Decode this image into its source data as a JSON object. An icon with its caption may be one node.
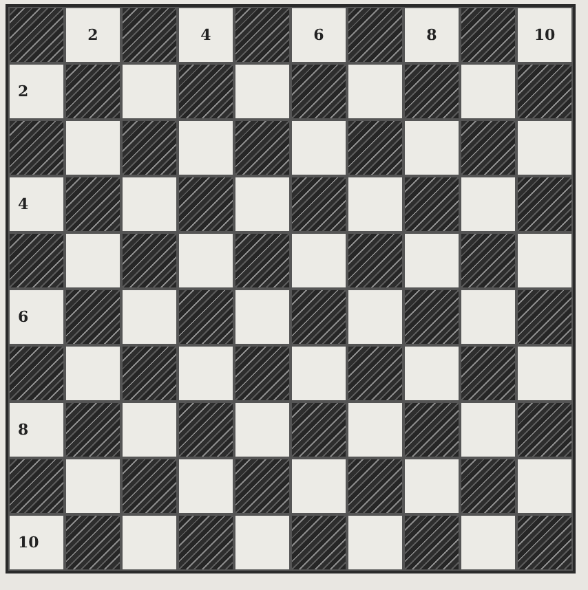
{
  "diagram": {
    "labels": [
      "2",
      "4",
      "6",
      "8",
      "10",
      "2",
      "4",
      "6",
      "8",
      "10"
    ]
  }
}
